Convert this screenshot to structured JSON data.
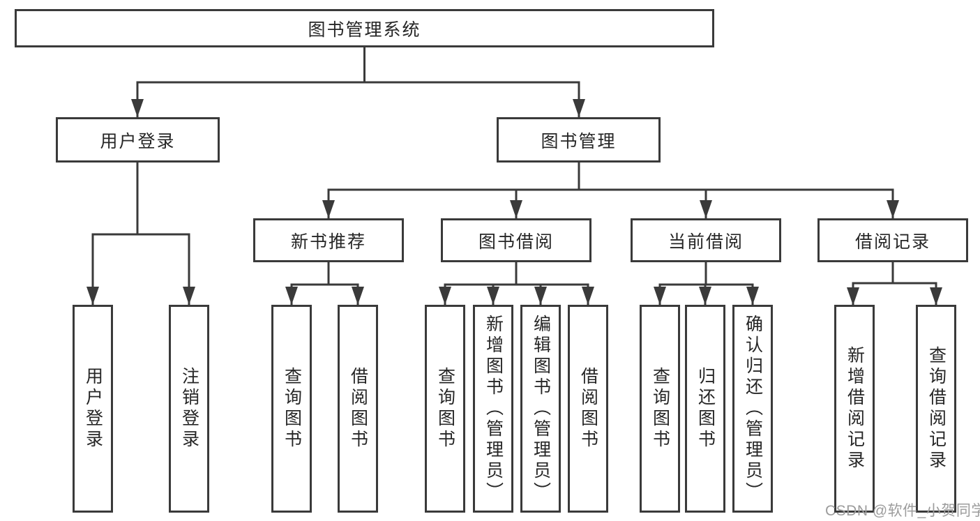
{
  "tree": {
    "label": "图书管理系统",
    "children": [
      {
        "label": "用户登录",
        "children": [
          {
            "label": "用户登录"
          },
          {
            "label": "注销登录"
          }
        ]
      },
      {
        "label": "图书管理",
        "children": [
          {
            "label": "新书推荐",
            "children": [
              {
                "label": "查询图书"
              },
              {
                "label": "借阅图书"
              }
            ]
          },
          {
            "label": "图书借阅",
            "children": [
              {
                "label": "查询图书"
              },
              {
                "label": "新增图书（管理员）"
              },
              {
                "label": "编辑图书（管理员）"
              },
              {
                "label": "借阅图书"
              }
            ]
          },
          {
            "label": "当前借阅",
            "children": [
              {
                "label": "查询图书"
              },
              {
                "label": "归还图书"
              },
              {
                "label": "确认归还（管理员）"
              }
            ]
          },
          {
            "label": "借阅记录",
            "children": [
              {
                "label": "新增借阅记录"
              },
              {
                "label": "查询借阅记录"
              }
            ]
          }
        ]
      }
    ]
  },
  "watermark": {
    "text": "CSDN @软件_小贺同学"
  },
  "colors": {
    "line": "#3a3a3a",
    "box_border": "#3a3a3a",
    "text": "#262626",
    "watermark_text": "#9c9c9c",
    "background": "#ffffff"
  }
}
